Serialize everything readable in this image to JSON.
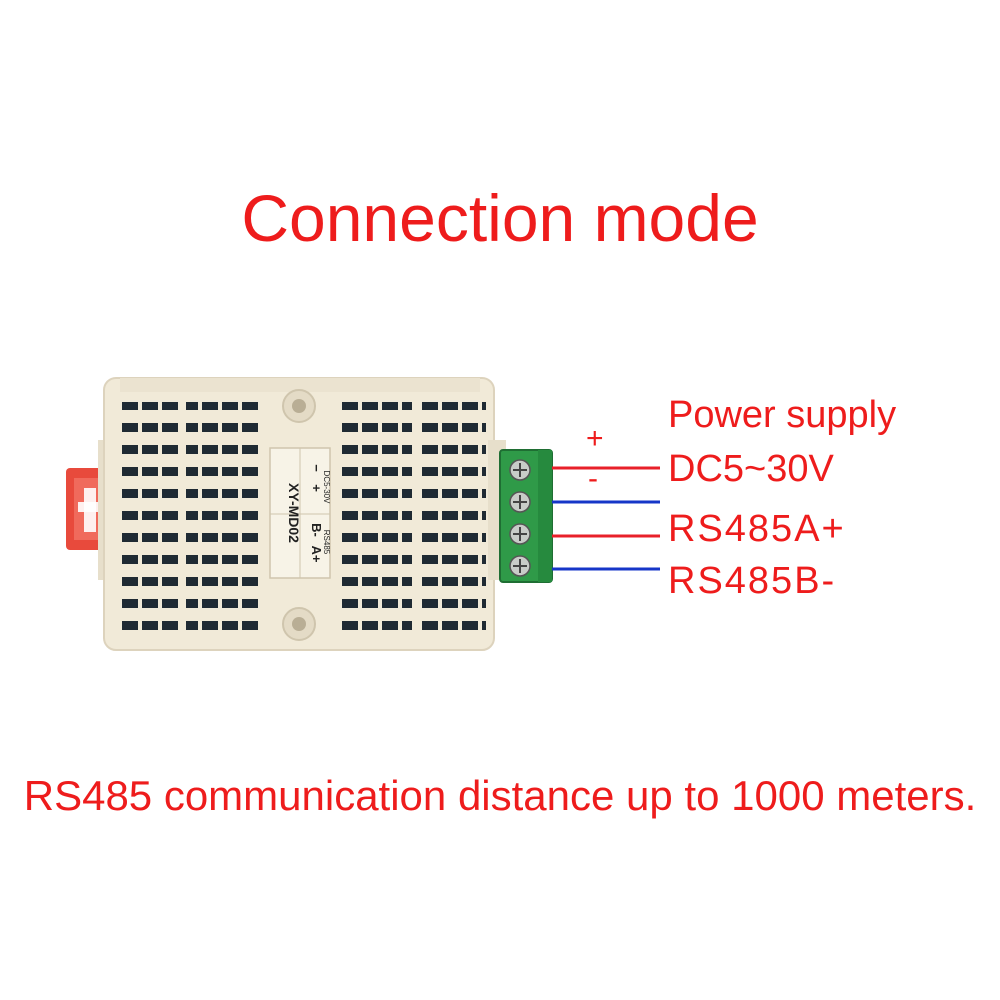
{
  "title": "Connection mode",
  "footer": "RS485 communication distance up to 1000 meters.",
  "device": {
    "model": "XY-MD02",
    "pin_labels": {
      "minus": "−",
      "plus": "+",
      "voltage": "DC5-30V",
      "b": "B-",
      "a": "A+",
      "bus": "RS485"
    }
  },
  "wiring": {
    "power_supply": "Power supply",
    "dc_voltage": "DC5~30V",
    "plus_sign": "+",
    "minus_sign": "-",
    "rs485a": "RS485A+",
    "rs485b": "RS485B-"
  },
  "colors": {
    "text_red": "#ee1c1c",
    "wire_red": "#e8202a",
    "wire_blue": "#1636c8",
    "terminal_green": "#2f9a48",
    "housing": "#f1ead8",
    "mount_tab": "#e84a3c"
  }
}
